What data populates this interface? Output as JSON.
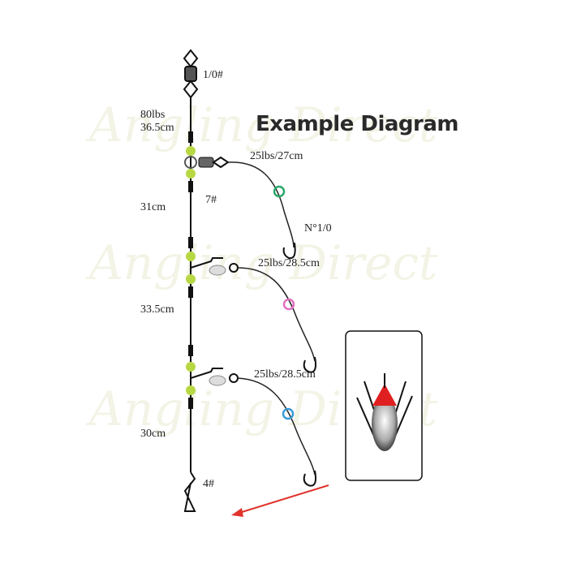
{
  "title": "Example Diagram",
  "watermark": "Angling Direct",
  "labels": {
    "top_swivel": "1/0#",
    "main_line": "80lbs",
    "seg1": "36.5cm",
    "seg2": "31cm",
    "seg3": "33.5cm",
    "seg4": "30cm",
    "mid_swivel": "7#",
    "snap": "4#",
    "branch1": "25lbs/27cm",
    "branch2": "25lbs/28.5cm",
    "branch3": "25lbs/28.5cm",
    "hook": "N°1/0"
  },
  "colors": {
    "bead": "#b7d842",
    "ring1": "#2aa86a",
    "ring2": "#e070c0",
    "ring3": "#3a9ad8",
    "arrow": "#e0332b",
    "lure_tip": "#e02020"
  }
}
